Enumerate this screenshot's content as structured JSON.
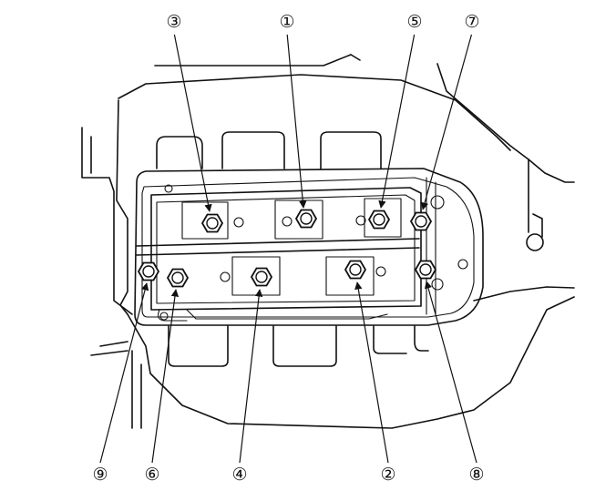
{
  "callouts": [
    {
      "id": "c1",
      "label": "①"
    },
    {
      "id": "c2",
      "label": "②"
    },
    {
      "id": "c3",
      "label": "③"
    },
    {
      "id": "c4",
      "label": "④"
    },
    {
      "id": "c5",
      "label": "⑤"
    },
    {
      "id": "c6",
      "label": "⑥"
    },
    {
      "id": "c7",
      "label": "⑦"
    },
    {
      "id": "c8",
      "label": "⑧"
    },
    {
      "id": "c9",
      "label": "⑨"
    }
  ]
}
